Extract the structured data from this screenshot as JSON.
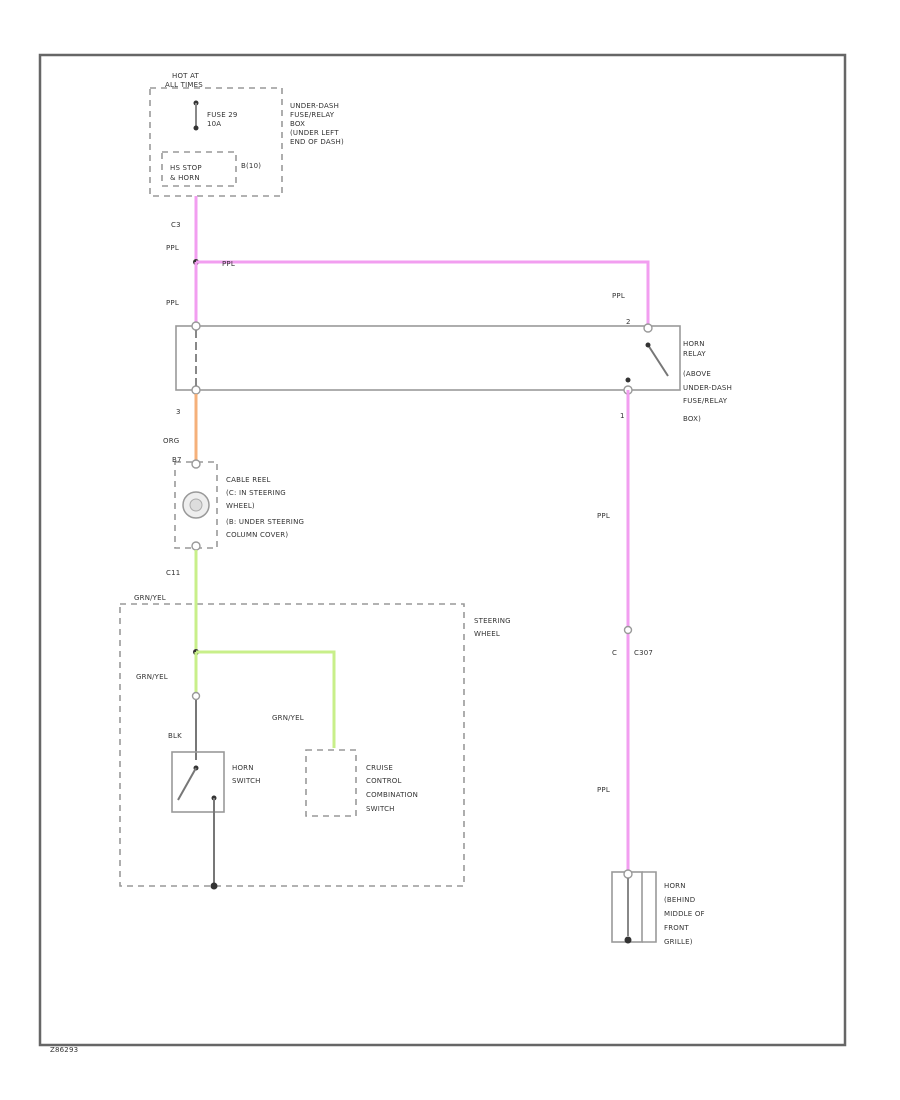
{
  "fuse_block": {
    "hot_at_line1": "HOT AT",
    "hot_at_line2": "ALL TIMES",
    "fuse_line1": "FUSE 29",
    "fuse_line2": "10A",
    "location_line1": "UNDER-DASH",
    "location_line2": "FUSE/RELAY",
    "location_line3": "BOX",
    "location_line4": "(UNDER LEFT",
    "location_line5": "END OF DASH)",
    "hs_line1": "HS STOP",
    "hs_line2": "& HORN",
    "b_label": "B(10)"
  },
  "connectors": {
    "c3": "C3",
    "terminal_2": "2",
    "terminal_1": "1",
    "terminal_3": "3",
    "terminal_b7": "B7",
    "c11": "C11",
    "c7": "C",
    "c7_full": "C307"
  },
  "wires": {
    "pnk_1": "PPL",
    "pnk_2": "PPL",
    "pnk_3": "PPL",
    "pnk_4": "PPL",
    "pnk_5": "PPL",
    "pnk_6": "PPL",
    "orn": "ORG",
    "grn_1": "GRN/YEL",
    "grn_2": "GRN/YEL",
    "grn_3": "GRN/YEL",
    "blk": "BLK"
  },
  "horn_relay": {
    "line1": "HORN",
    "line2": "RELAY",
    "line3": "(ABOVE",
    "line4": "UNDER-DASH",
    "line5": "FUSE/RELAY",
    "line6": "BOX)"
  },
  "cable_reel": {
    "line1": "CABLE REEL",
    "line2": "(C: IN STEERING",
    "line3": "WHEEL)",
    "line4": "(B: UNDER STEERING",
    "line5": "COLUMN COVER)"
  },
  "steering_wheel": {
    "line1": "STEERING",
    "line2": "WHEEL"
  },
  "horn_switch": {
    "line1": "HORN",
    "line2": "SWITCH"
  },
  "cruise_switch": {
    "line1": "CRUISE",
    "line2": "CONTROL",
    "line3": "COMBINATION",
    "line4": "SWITCH"
  },
  "horn": {
    "line1": "HORN",
    "line2": "(BEHIND",
    "line3": "MIDDLE OF",
    "line4": "FRONT",
    "line5": "GRILLE)"
  },
  "footer": {
    "code": "Z86293"
  },
  "colors": {
    "wire_pink": "#f29ef0",
    "wire_orange": "#f5b07a",
    "wire_green": "#c8ef8a"
  }
}
